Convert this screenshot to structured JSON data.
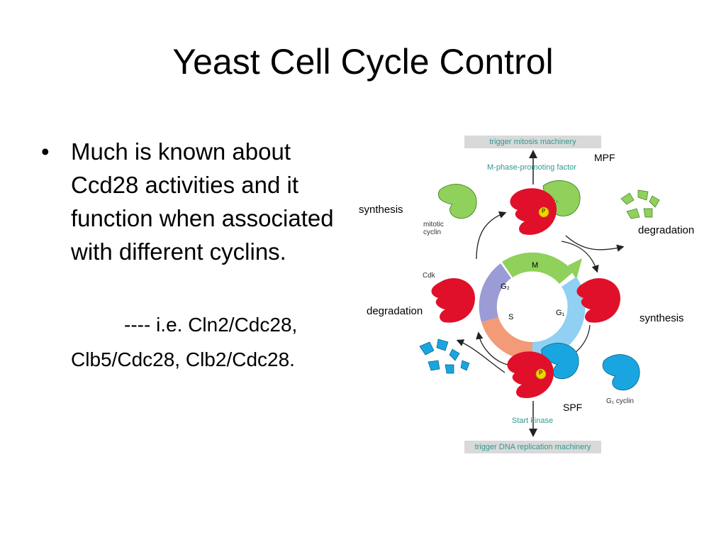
{
  "slide": {
    "title": "Yeast Cell Cycle Control",
    "bullet_marker": "•",
    "bullet_text": "Much is known about Ccd28 activities and it function when associated with different cyclins.",
    "sub_line_1": "---- i.e. Cln2/Cdc28,",
    "sub_line_2": "Clb5/Cdc28, Clb2/Cdc28."
  },
  "diagram": {
    "top_banner": "trigger mitosis machinery",
    "top_factor": "M-phase-promoting factor",
    "mpf": "MPF",
    "synthesis_top": "synthesis",
    "mitotic_cyclin_1": "mitotic",
    "mitotic_cyclin_2": "cyclin",
    "degradation_top": "degradation",
    "cdk": "Cdk",
    "synthesis_right": "synthesis",
    "degradation_left": "degradation",
    "spf": "SPF",
    "g1_cyclin": "G₁ cyclin",
    "start_kinase": "Start kinase",
    "bottom_banner": "trigger DNA replication machinery",
    "phase_m": "M",
    "phase_g2": "G₂",
    "phase_s": "S",
    "phase_g1": "G₁",
    "phosphate": "P",
    "colors": {
      "cdk": "#e0102a",
      "mitotic_cyclin": "#8fd15a",
      "g1_cyclin": "#19a6e0",
      "phase_m": "#8fd15a",
      "phase_g2": "#9b9bd6",
      "phase_s": "#f39a78",
      "phase_g1": "#8fd0f3",
      "teal_text": "#2f9a8f"
    }
  }
}
